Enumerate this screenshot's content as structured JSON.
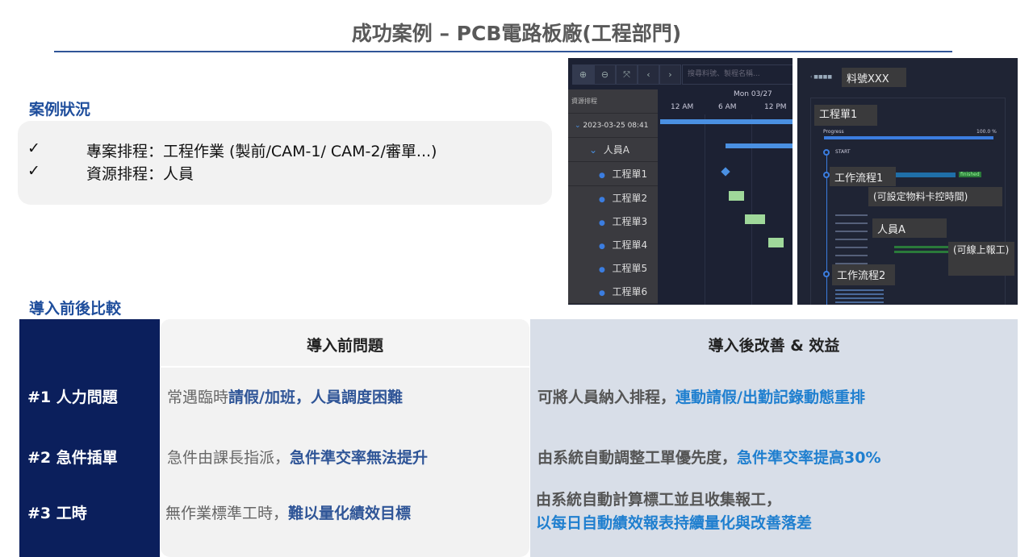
{
  "title": "成功案例 – PCB電路板廠(工程部門)",
  "case": {
    "heading": "案例狀況",
    "check": "✓",
    "items": [
      "專案排程：工程作業 (製前/CAM-1/ CAM-2/審單...)",
      "資源排程：人員"
    ]
  },
  "compare": {
    "heading": "導入前後比較",
    "before_header": "導入前問題",
    "after_header": "導入後改善 & 效益",
    "rows": [
      {
        "label": "#1 人力問題",
        "before_plain": "常遇臨時",
        "before_bold": "請假/加班，人員調度困難",
        "after_plain": "可將人員納入排程，",
        "after_bold": "連動請假/出勤記錄動態重排"
      },
      {
        "label": "#2 急件插單",
        "before_plain": "急件由課長指派，",
        "before_bold": "急件準交率無法提升",
        "after_plain": "由系統自動調整工單優先度，",
        "after_bold": "急件準交率提高30%"
      },
      {
        "label": "#3 工時",
        "before_plain": "無作業標準工時，",
        "before_bold": "難以量化績效目標",
        "after_plain": "由系統自動計算標工並且收集報工，",
        "after_bold": "以每日自動績效報表持續量化與改善落差"
      }
    ]
  },
  "gantt": {
    "search_placeholder": "搜尋料號、製程名稱...",
    "panel_title": "資源排程",
    "date": "Mon 03/27",
    "ticks": [
      "12 AM",
      "6 AM",
      "12 PM"
    ],
    "rows": [
      "2023-03-25 08:41",
      "人員A",
      "工程單1",
      "工程單2",
      "工程單3",
      "工程單4",
      "工程單5",
      "工程單6"
    ],
    "colors": {
      "bar": "#4a90e2",
      "task": "#9fd89a"
    }
  },
  "detail": {
    "part": "料號XXX",
    "order": "工程單1",
    "progress_label": "Progress",
    "progress_value": "100.0 %",
    "progress": 100,
    "start": "START",
    "flow1": "工作流程1",
    "note1": "(可設定物料卡控時間)",
    "person": "人員A",
    "note2": "(可線上報工)",
    "flow2": "工作流程2",
    "status": "finished"
  }
}
